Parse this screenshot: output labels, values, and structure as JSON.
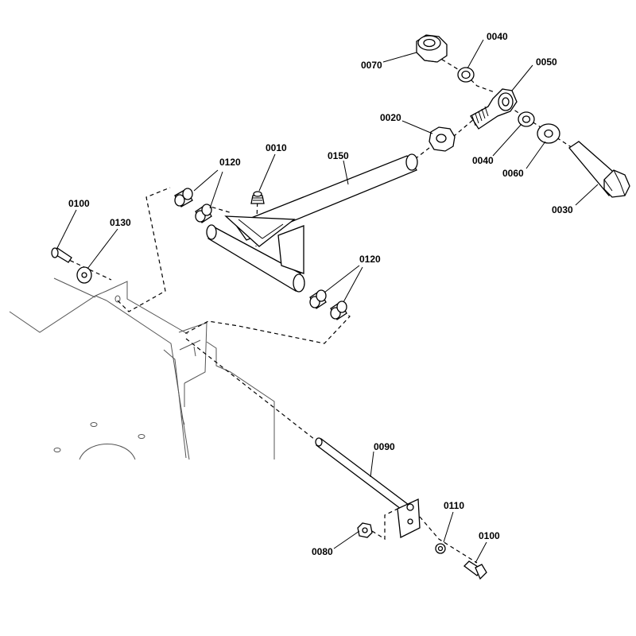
{
  "callouts": {
    "c0070": "0070",
    "c0040_top": "0040",
    "c0050": "0050",
    "c0020": "0020",
    "c0040_mid": "0040",
    "c0060": "0060",
    "c0030": "0030",
    "c0010": "0010",
    "c0150": "0150",
    "c0120_top": "0120",
    "c0120_bottom": "0120",
    "c0100_left": "0100",
    "c0130": "0130",
    "c0090": "0090",
    "c0110": "0110",
    "c0080": "0080",
    "c0100_bottom": "0100"
  }
}
